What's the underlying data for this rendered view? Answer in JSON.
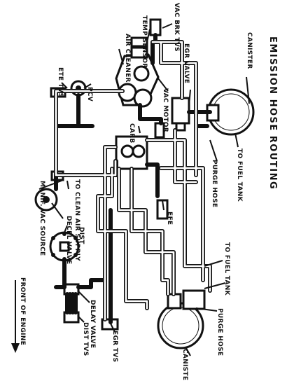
{
  "title": "EMISSION HOSE ROUTING",
  "labels": {
    "vac_brk_tvs": "VAC BRK TVS",
    "temp_sensor": "TEMP SENSOR",
    "air_cleaner": "AIR CLEANER",
    "vac_motor": "VAC MOTOR",
    "egr_valve": "EGR VALVE",
    "canister_top": "CANISTER",
    "to_fuel_tank_top": "TO FUEL TANK",
    "purge_hose_top": "PURGE HOSE",
    "ete_tvs": "ETE TVS",
    "pcv": "PCV",
    "carb": "CARB",
    "manif_vac_source": "MANIF. VAC SOURCE",
    "to_clean_air_supply": "TO CLEAN AIR SUPPLY",
    "decel_valve": "DECEL VALVE",
    "ete": "EFE",
    "dist": "DIST",
    "delay_valve": "DELAY VALVE",
    "dist_tvs": "DIST TVS",
    "egr_tvs": "EGR TVS",
    "to_fuel_tank_bottom": "TO FUEL TANK",
    "purge_hose_bottom": "PURGE HOSE",
    "canister_bottom": "CANISTER",
    "front_of_engine": "FRONT OF ENGINE"
  }
}
